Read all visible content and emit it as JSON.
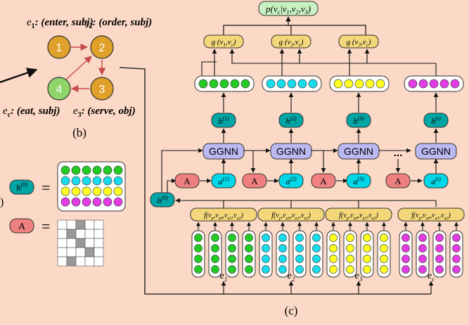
{
  "colors": {
    "background": "#fbd9c6",
    "node_gold": "#e0a02a",
    "node_green": "#8fd66a",
    "node_edge": "#c94c4c",
    "ggnn_fill": "#bcb9f2",
    "a_fill": "#f08080",
    "cyan": "#00d8e8",
    "h_fill": "#00a5a5",
    "func_fill": "#f4d77a",
    "p_fill": "#c8f0c0",
    "dot_green": "#22cc22",
    "dot_cyan": "#16dcec",
    "dot_yellow": "#ffff22",
    "dot_magenta": "#e43ce4"
  },
  "panel_b": {
    "label": "(b)",
    "nodes": [
      {
        "id": "1",
        "label": "1"
      },
      {
        "id": "2",
        "label": "2"
      },
      {
        "id": "3",
        "label": "3"
      },
      {
        "id": "4",
        "label": "4"
      }
    ],
    "events": [
      {
        "sym": "e",
        "sub": "1",
        "text": ": (enter, subj)"
      },
      {
        "sym": "e",
        "sub": "2",
        "text": ": (order, subj)"
      },
      {
        "sym": "e",
        "sub": "c",
        "text": ": (eat, subj)"
      },
      {
        "sym": "e",
        "sub": "3",
        "text": ": (serve, obj)"
      }
    ]
  },
  "legend": {
    "h0": {
      "base": "h",
      "sup": "(0)"
    },
    "a": "A",
    "equals": "=",
    "left_paren": ")"
  },
  "panel_c": {
    "label": "(c)",
    "output": {
      "p": "p(v",
      "sub_c": "c",
      "bar": "|v",
      "s1": "1",
      "comma1": ",v",
      "s2": "2",
      "comma2": ",v",
      "s3": "3",
      "close": ")"
    },
    "g_boxes": [
      {
        "pre": "g (v",
        "i": "1",
        "mid": ",v",
        "c": "c",
        "post": ")"
      },
      {
        "pre": "g (v",
        "i": "2",
        "mid": ",v",
        "c": "c",
        "post": ")"
      },
      {
        "pre": "g (v",
        "i": "3",
        "mid": ",v",
        "c": "c",
        "post": ")"
      }
    ],
    "ggnn_label": "GGNN",
    "ellipsis": "...",
    "h_steps": [
      {
        "base": "h",
        "sup": "(1)"
      },
      {
        "base": "h",
        "sup": "(2)"
      },
      {
        "base": "h",
        "sup": "(3)"
      },
      {
        "base": "h",
        "sup": "(t)"
      }
    ],
    "a_steps": [
      {
        "base": "a",
        "sup": "(1)"
      },
      {
        "base": "a",
        "sup": "(2)"
      },
      {
        "base": "a",
        "sup": "(3)"
      },
      {
        "base": "a",
        "sup": "(t)"
      }
    ],
    "a_label": "A",
    "h0": {
      "base": "h",
      "sup": "(0)"
    },
    "f_boxes": [
      {
        "text": "f(v",
        "p": "p",
        "rest": ",v",
        "a0": "a0",
        "r1": ",v",
        "a1": "a1",
        "r2": ",v",
        "a2": "a2",
        "close": ")"
      },
      {
        "text": "f(v",
        "p": "p",
        "rest": ",v",
        "a0": "a0",
        "r1": ",v",
        "a1": "a1",
        "r2": ",v",
        "a2": "a2",
        "close": ")"
      },
      {
        "text": "f(v",
        "p": "p",
        "rest": ",v",
        "a0": "a0",
        "r1": ",v",
        "a1": "a1",
        "r2": ",v",
        "a2": "a2",
        "close": ")"
      },
      {
        "text": "f(v",
        "p": "p",
        "rest": ",v",
        "a0": "a0",
        "r1": ",v",
        "a1": "a1",
        "r2": ",v",
        "a2": "a2",
        "close": ")"
      }
    ],
    "events": [
      {
        "sym": "e",
        "sub": "1"
      },
      {
        "sym": "e",
        "sub": "2"
      },
      {
        "sym": "e",
        "sub": "3"
      },
      {
        "sym": "e",
        "sub": "c"
      }
    ]
  }
}
